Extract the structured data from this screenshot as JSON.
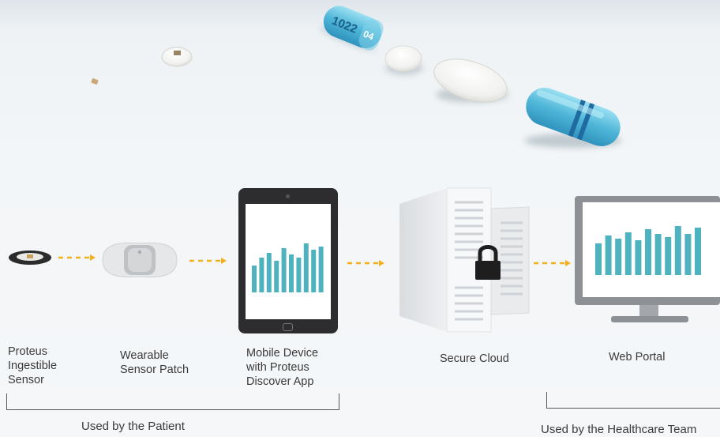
{
  "pills": {
    "capsule_imprint": "1022",
    "capsule_imprint_2": "04"
  },
  "nodes": [
    {
      "id": "sensor",
      "label": [
        "Proteus",
        "Ingestible",
        "Sensor"
      ]
    },
    {
      "id": "patch",
      "label": [
        "Wearable",
        "Sensor Patch"
      ]
    },
    {
      "id": "mobile",
      "label": [
        "Mobile Device",
        "with Proteus",
        "Discover App"
      ]
    },
    {
      "id": "cloud",
      "label": [
        "Secure Cloud"
      ]
    },
    {
      "id": "portal",
      "label": [
        "Web Portal"
      ]
    }
  ],
  "groups": {
    "patient": "Used by the Patient",
    "healthcare": "Used by the Healthcare Team"
  },
  "colors": {
    "bar": "#4fb3bf",
    "arrow": "#f2b01e",
    "capsule": "#5ec2e0"
  }
}
